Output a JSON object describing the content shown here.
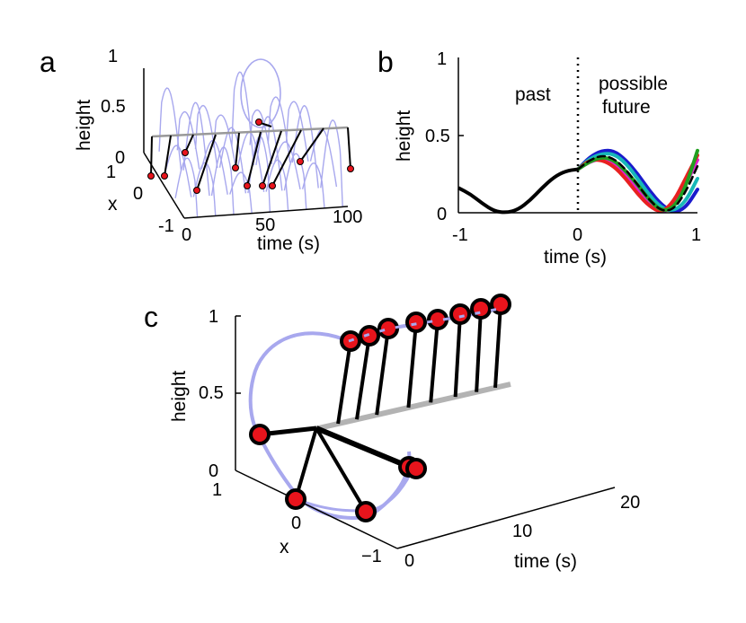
{
  "chart_data": [
    {
      "panel": "a",
      "type": "line",
      "title": "",
      "xlabel": "time (s)",
      "ylabel": "x",
      "zlabel": "height",
      "xlim": [
        0,
        100
      ],
      "ylim": [
        -1,
        1
      ],
      "zlim": [
        0,
        1
      ],
      "xticks": [
        "0",
        "50",
        "100"
      ],
      "yticks": [
        "-1",
        "0",
        "1"
      ],
      "zticks": [
        "0",
        "0.5",
        "1"
      ],
      "grid": false,
      "colors": {
        "trajectories": "#a8a8ee",
        "pendulum": "#000000",
        "bob": "#e8141c",
        "support": "#999999"
      },
      "series": [
        {
          "values": [
            0.62,
            0.45,
            0.82,
            0.55,
            0.95,
            0.52,
            0.72,
            0.48,
            0.58,
            0.4
          ]
        }
      ]
    },
    {
      "panel": "b",
      "type": "line",
      "title": "",
      "xlabel": "time (s)",
      "ylabel": "height",
      "xlim": [
        -1,
        1
      ],
      "ylim": [
        0,
        1
      ],
      "xticks": [
        "-1",
        "0",
        "1"
      ],
      "yticks": [
        "0",
        "0.5",
        "1"
      ],
      "grid": false,
      "annotations": [
        "past",
        "possible",
        "future"
      ],
      "x": [
        -1.0,
        -0.9,
        -0.8,
        -0.7,
        -0.6,
        -0.5,
        -0.4,
        -0.3,
        -0.2,
        -0.1,
        0.0
      ],
      "past": [
        0.16,
        0.12,
        0.06,
        0.01,
        0.0,
        0.02,
        0.08,
        0.16,
        0.23,
        0.27,
        0.28
      ],
      "future_x": [
        0.0,
        0.1,
        0.2,
        0.3,
        0.4,
        0.5,
        0.6,
        0.7,
        0.8,
        0.9,
        1.0
      ],
      "series": [
        {
          "color": "#1a1acc",
          "values": [
            0.28,
            0.36,
            0.4,
            0.4,
            0.34,
            0.25,
            0.14,
            0.05,
            0.0,
            0.03,
            0.15
          ]
        },
        {
          "color": "#18b8b8",
          "values": [
            0.28,
            0.35,
            0.38,
            0.38,
            0.32,
            0.22,
            0.11,
            0.03,
            0.01,
            0.07,
            0.22
          ]
        },
        {
          "color": "#e01ed0",
          "values": [
            0.28,
            0.33,
            0.35,
            0.32,
            0.25,
            0.15,
            0.06,
            0.0,
            0.04,
            0.18,
            0.34
          ]
        },
        {
          "color": "#e82020",
          "values": [
            0.28,
            0.34,
            0.34,
            0.3,
            0.22,
            0.12,
            0.04,
            0.0,
            0.07,
            0.22,
            0.37
          ]
        },
        {
          "color": "#20a020",
          "values": [
            0.28,
            0.33,
            0.36,
            0.34,
            0.27,
            0.18,
            0.08,
            0.01,
            0.03,
            0.16,
            0.4
          ]
        },
        {
          "color": "#000000",
          "dashed": true,
          "values": [
            0.28,
            0.34,
            0.37,
            0.35,
            0.28,
            0.18,
            0.08,
            0.01,
            0.02,
            0.13,
            0.3
          ]
        }
      ]
    },
    {
      "panel": "c",
      "type": "line",
      "title": "",
      "xlabel": "time (s)",
      "ylabel": "x",
      "zlabel": "height",
      "xlim": [
        0,
        20
      ],
      "ylim": [
        -1,
        1
      ],
      "zlim": [
        0,
        1
      ],
      "xticks": [
        "0",
        "10",
        "20"
      ],
      "yticks": [
        "−1",
        "0",
        "1"
      ],
      "zticks": [
        "0",
        "0.5",
        "1"
      ],
      "grid": false,
      "colors": {
        "trajectory": "#a8a8ee",
        "rod": "#000000",
        "bob": "#e8141c",
        "support": "#b3b3b3"
      },
      "bobs": [
        {
          "t": 0,
          "x": 0.9,
          "h": 0.28
        },
        {
          "t": 0,
          "x": 0.2,
          "h": 0.05
        },
        {
          "t": 0,
          "x": -0.6,
          "h": 0.0
        },
        {
          "t": 0,
          "x": -0.9,
          "h": 0.05
        },
        {
          "t": 0,
          "x": -0.9,
          "h": 0.05
        },
        {
          "t": 5,
          "x": 0.0,
          "h": 0.95
        },
        {
          "t": 7,
          "x": 0.0,
          "h": 0.95
        },
        {
          "t": 9,
          "x": 0.0,
          "h": 0.96
        },
        {
          "t": 12,
          "x": 0.0,
          "h": 0.97
        },
        {
          "t": 14,
          "x": 0.0,
          "h": 0.97
        },
        {
          "t": 16,
          "x": 0.0,
          "h": 0.98
        },
        {
          "t": 18,
          "x": 0.0,
          "h": 0.99
        },
        {
          "t": 20,
          "x": 0.0,
          "h": 1.0
        }
      ]
    }
  ],
  "panels": {
    "a": {
      "letter": "a",
      "xlabel": "time (s)",
      "ylabel": "x",
      "zlabel": "height"
    },
    "b": {
      "letter": "b",
      "xlabel": "time (s)",
      "ylabel": "height",
      "past": "past",
      "possible": "possible",
      "future": "future"
    },
    "c": {
      "letter": "c",
      "xlabel": "time (s)",
      "ylabel": "x",
      "zlabel": "height"
    }
  }
}
